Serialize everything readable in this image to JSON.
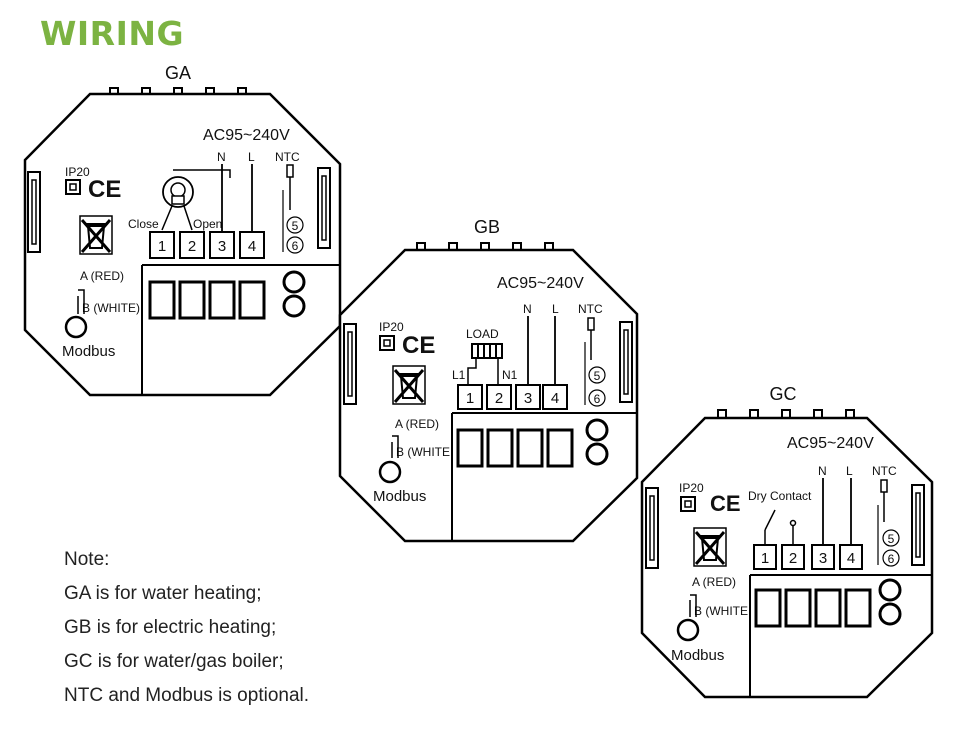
{
  "title": "WIRING",
  "accent_color": "#7cb342",
  "ip_rating": "IP20",
  "ce_mark": "CE",
  "power_label": "AC95~240V",
  "neutral_label": "N",
  "live_label": "L",
  "ntc_label": "NTC",
  "ntc_terminals": [
    "5",
    "6"
  ],
  "terminal_numbers": [
    "1",
    "2",
    "3",
    "4"
  ],
  "modbus_a": "A (RED)",
  "modbus_b_full": "B (WHITE)",
  "modbus_b_short": "B (WHITE",
  "modbus_label": "Modbus",
  "models": {
    "ga": {
      "name": "GA",
      "close_label": "Close",
      "open_label": "Open"
    },
    "gb": {
      "name": "GB",
      "load_label": "LOAD",
      "l1_label": "L1",
      "n1_label": "N1"
    },
    "gc": {
      "name": "GC",
      "dry_contact_label": "Dry Contact"
    }
  },
  "notes": {
    "heading": "Note:",
    "lines": [
      "GA is for water heating;",
      "GB is for electric heating;",
      "GC is for water/gas boiler;",
      "NTC and Modbus is optional."
    ]
  },
  "icons": [
    "weee-bin-icon",
    "ce-mark-icon",
    "ip20-square-icon",
    "valve-icon",
    "load-coil-icon",
    "dry-contact-switch-icon",
    "ntc-sensor-icon",
    "modbus-terminal-icon"
  ]
}
